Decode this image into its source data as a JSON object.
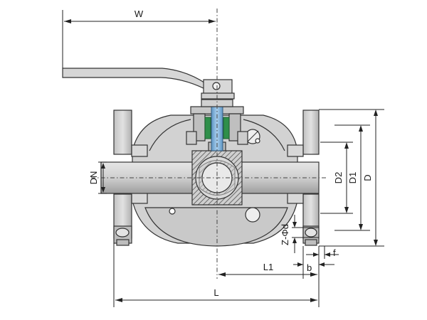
{
  "drawing": {
    "labels": {
      "W": "W",
      "DN": "DN",
      "D2": "D2",
      "D1": "D1",
      "D": "D",
      "Z_phi_d": "Z-Φd",
      "f": "f",
      "b": "b",
      "L1": "L1",
      "L": "L"
    },
    "colors": {
      "body": "#d4d4d4",
      "body_dark": "#a8a8a8",
      "pipe": "#c6c6c6",
      "stem": "#79aed6",
      "packing": "#2f8f4a",
      "seat_hatch": "#555555",
      "line": "#222222"
    }
  }
}
